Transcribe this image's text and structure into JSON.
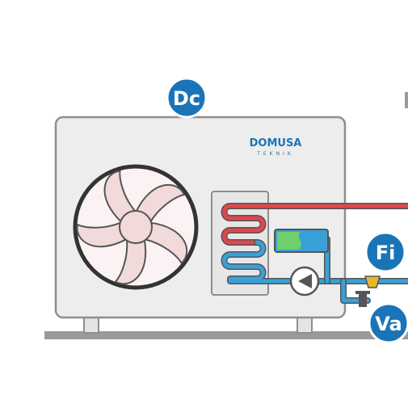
{
  "labels": {
    "dc": "Dc",
    "fi": "Fi",
    "va": "Va"
  },
  "brand": {
    "name": "DOMUSA",
    "sub": "TEKNIK"
  },
  "colors": {
    "badge": "#1a74b8",
    "hot_pipe": "#e0474c",
    "cold_pipe": "#3aa0d8",
    "unit_body": "#ededed",
    "outline": "#8e8e8e",
    "fan_blade": "#f2dada",
    "ground": "#9a9a9a",
    "tank_green": "#6fcf6a",
    "valve_yellow": "#e6b82e"
  }
}
